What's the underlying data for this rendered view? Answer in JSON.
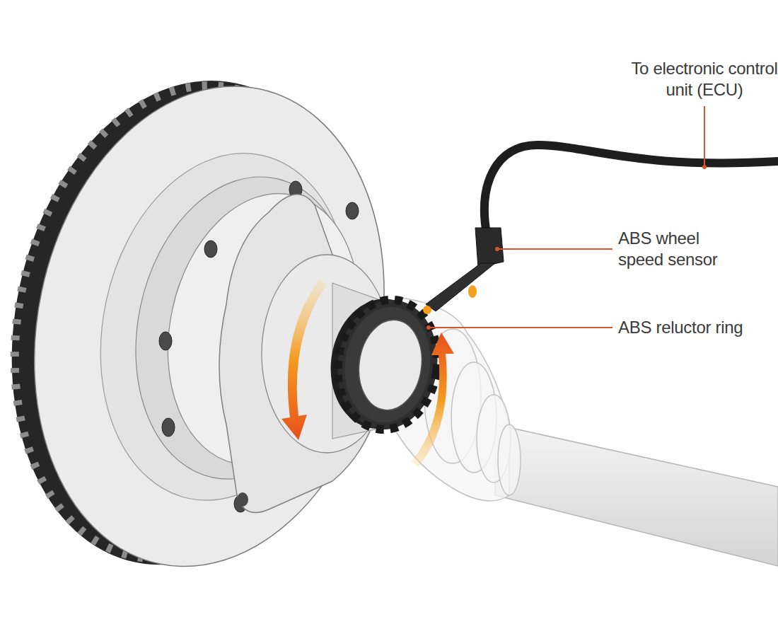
{
  "diagram": {
    "labels": [
      "To electronic control unit (ECU)",
      "ABS wheel speed sensor",
      "ABS reluctor ring"
    ]
  }
}
